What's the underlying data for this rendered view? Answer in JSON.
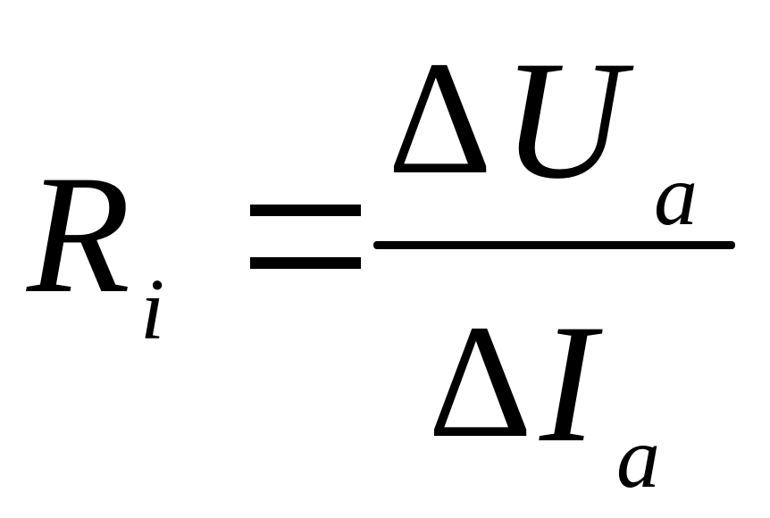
{
  "formula": {
    "lhs": {
      "symbol": "R",
      "subscript": "i"
    },
    "relation": "=",
    "numerator": {
      "operator": "Δ",
      "symbol": "U",
      "subscript": "a"
    },
    "denominator": {
      "operator": "Δ",
      "symbol": "I",
      "subscript": "a"
    }
  }
}
